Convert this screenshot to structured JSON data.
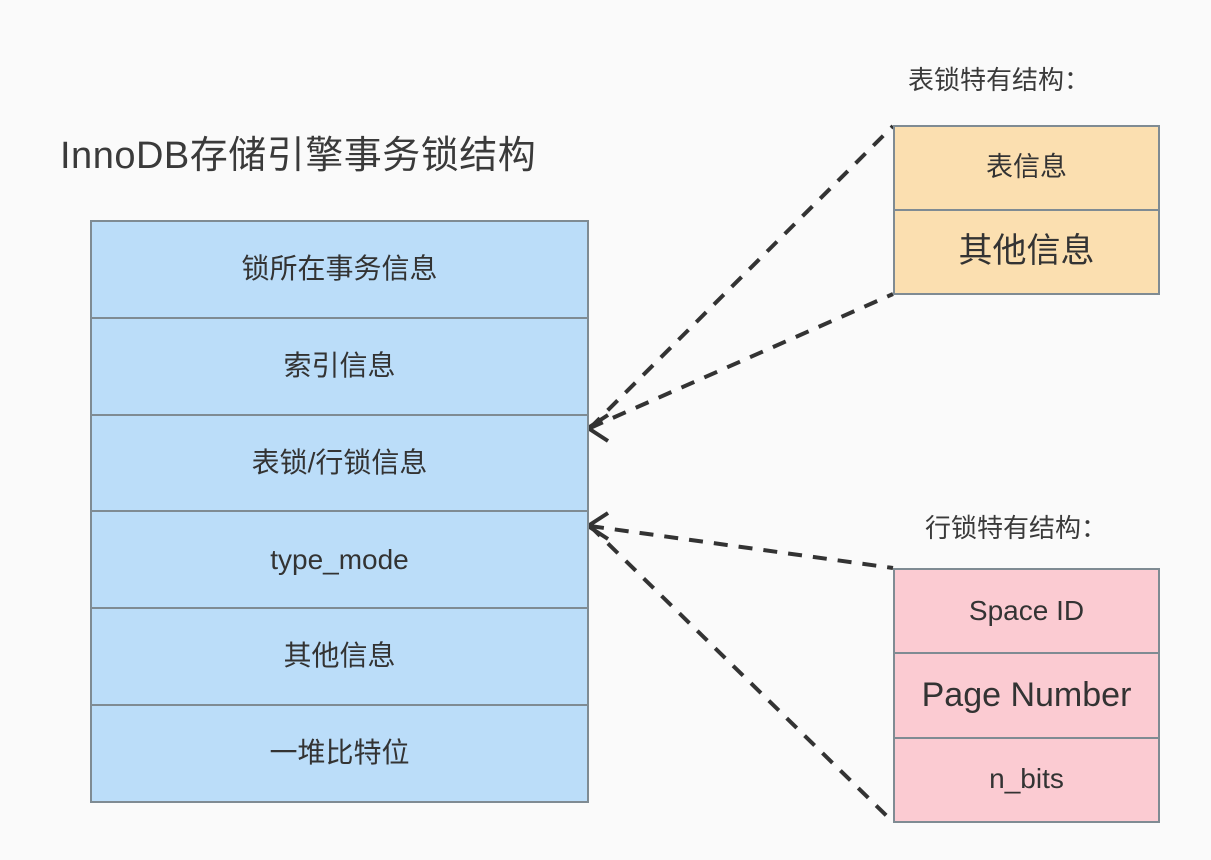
{
  "main": {
    "title": "InnoDB存储引擎事务锁结构",
    "lock_struct": {
      "rows": [
        {
          "label": "锁所在事务信息"
        },
        {
          "label": "索引信息"
        },
        {
          "label": "表锁/行锁信息"
        },
        {
          "label": "type_mode"
        },
        {
          "label": "其他信息"
        },
        {
          "label": "一堆比特位"
        }
      ]
    }
  },
  "table_lock": {
    "caption": "表锁特有结构：",
    "rows": [
      {
        "label": "表信息"
      },
      {
        "label": "其他信息"
      }
    ]
  },
  "row_lock": {
    "caption": "行锁特有结构：",
    "rows": [
      {
        "label": "Space ID"
      },
      {
        "label": "Page Number"
      },
      {
        "label": "n_bits"
      }
    ]
  },
  "colors": {
    "background": "#fafafa",
    "lock_struct_fill": "#bbddf9",
    "table_lock_fill": "#fbdfb0",
    "row_lock_fill": "#fbcbd2",
    "border": "#7f8b93",
    "connector": "#333333",
    "text": "#333333"
  }
}
